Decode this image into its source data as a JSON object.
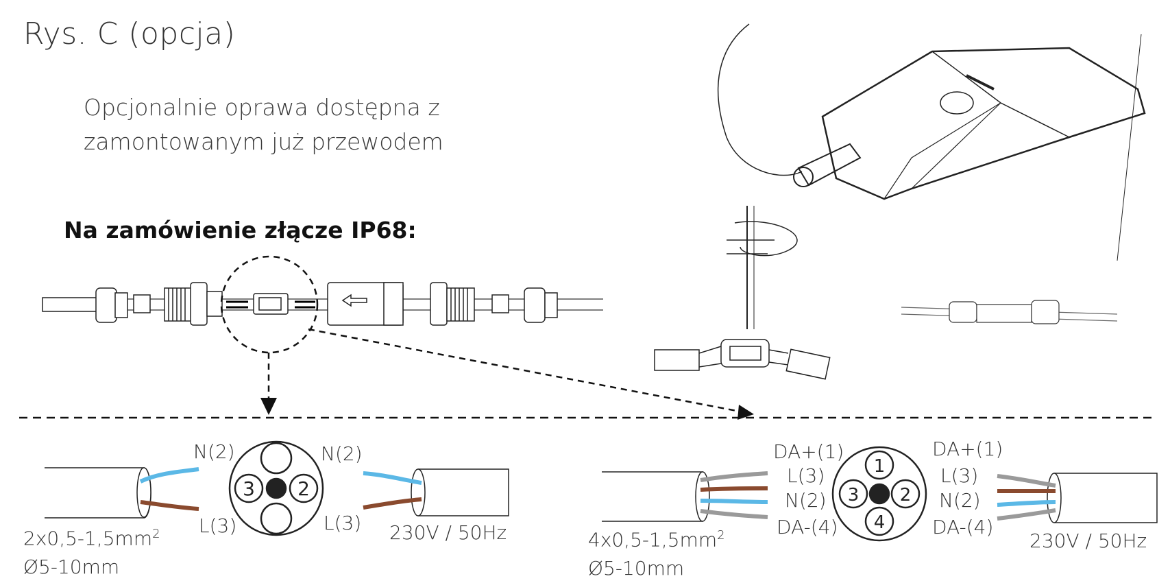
{
  "figure": {
    "title": "Rys. C (opcja)",
    "description_lines": [
      "Opcjonalnie oprawa dostępna z",
      "zamontowanym już przewodem"
    ],
    "order_heading": "Na zamówienie złącze IP68:"
  },
  "left_diagram": {
    "pins": [
      {
        "num": "3",
        "role": "L"
      },
      {
        "num": "2",
        "role": "N"
      }
    ],
    "labels_left": {
      "top": "N(2)",
      "bottom": "L(3)"
    },
    "labels_right": {
      "top": "N(2)",
      "bottom": "L(3)"
    },
    "cable_spec": "2x0,5-1,5mm",
    "cable_spec_exp": "2",
    "diameter": "Ø5-10mm",
    "supply": "230V / 50Hz"
  },
  "right_diagram": {
    "pins": [
      {
        "num": "1",
        "role": "DA+"
      },
      {
        "num": "3",
        "role": "L"
      },
      {
        "num": "2",
        "role": "N"
      },
      {
        "num": "4",
        "role": "DA-"
      }
    ],
    "labels_left": [
      "DA+(1)",
      "L(3)",
      "N(2)",
      "DA-(4)"
    ],
    "labels_right": [
      "DA+(1)",
      "L(3)",
      "N(2)",
      "DA-(4)"
    ],
    "cable_spec": "4x0,5-1,5mm",
    "cable_spec_exp": "2",
    "diameter": "Ø5-10mm",
    "supply": "230V / 50Hz"
  },
  "colors": {
    "blue_wire": "#5bb8e6",
    "brown_wire": "#8a4a2e",
    "grey_wire": "#9a9a9a",
    "line": "#111111"
  },
  "icons": [
    "luminaire-icon",
    "connector-exploded-icon",
    "connector-assembled-icon",
    "pin-layout-icon"
  ]
}
